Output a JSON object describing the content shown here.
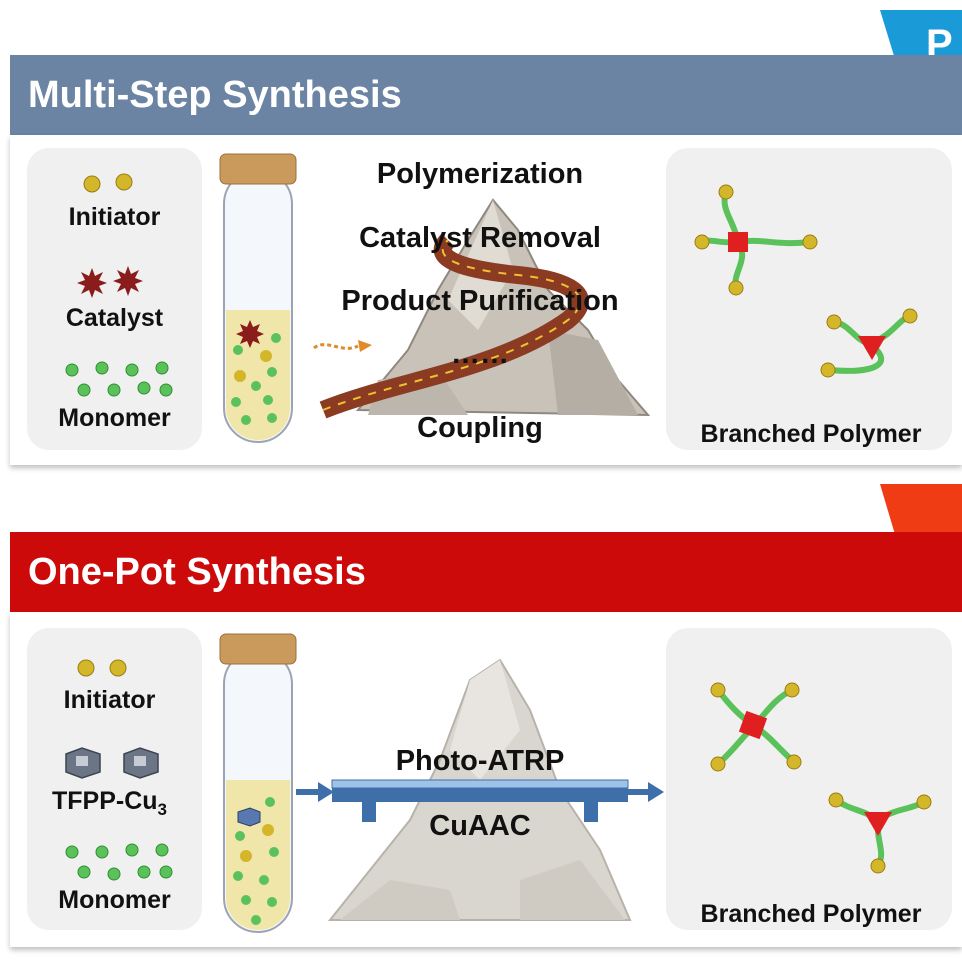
{
  "top": {
    "corner_letter": "P",
    "banner_title": "Multi-Step Synthesis",
    "initiator": "Initiator",
    "catalyst": "Catalyst",
    "monomer": "Monomer",
    "steps": [
      "Polymerization",
      "Catalyst Removal",
      "Product Purification",
      "……",
      "Coupling"
    ],
    "product": "Branched Polymer",
    "banner_color": "#6b84a3",
    "corner_color": "#1a9ad6"
  },
  "bottom": {
    "banner_title": "One-Pot Synthesis",
    "initiator": "Initiator",
    "catalyst_main": "TFPP-Cu",
    "catalyst_sub": "3",
    "monomer": "Monomer",
    "steps": [
      "Photo-ATRP",
      "CuAAC"
    ],
    "product": "Branched Polymer",
    "banner_color": "#cc0a0a",
    "corner_color": "#f03c14"
  },
  "icons": [
    "initiator-dot-icon",
    "catalyst-star-icon",
    "monomer-dot-icon",
    "cu-cage-icon",
    "test-tube-icon",
    "mountain-icon",
    "bridge-icon",
    "arrow-icon",
    "star-polymer-icon",
    "triarm-polymer-icon"
  ]
}
